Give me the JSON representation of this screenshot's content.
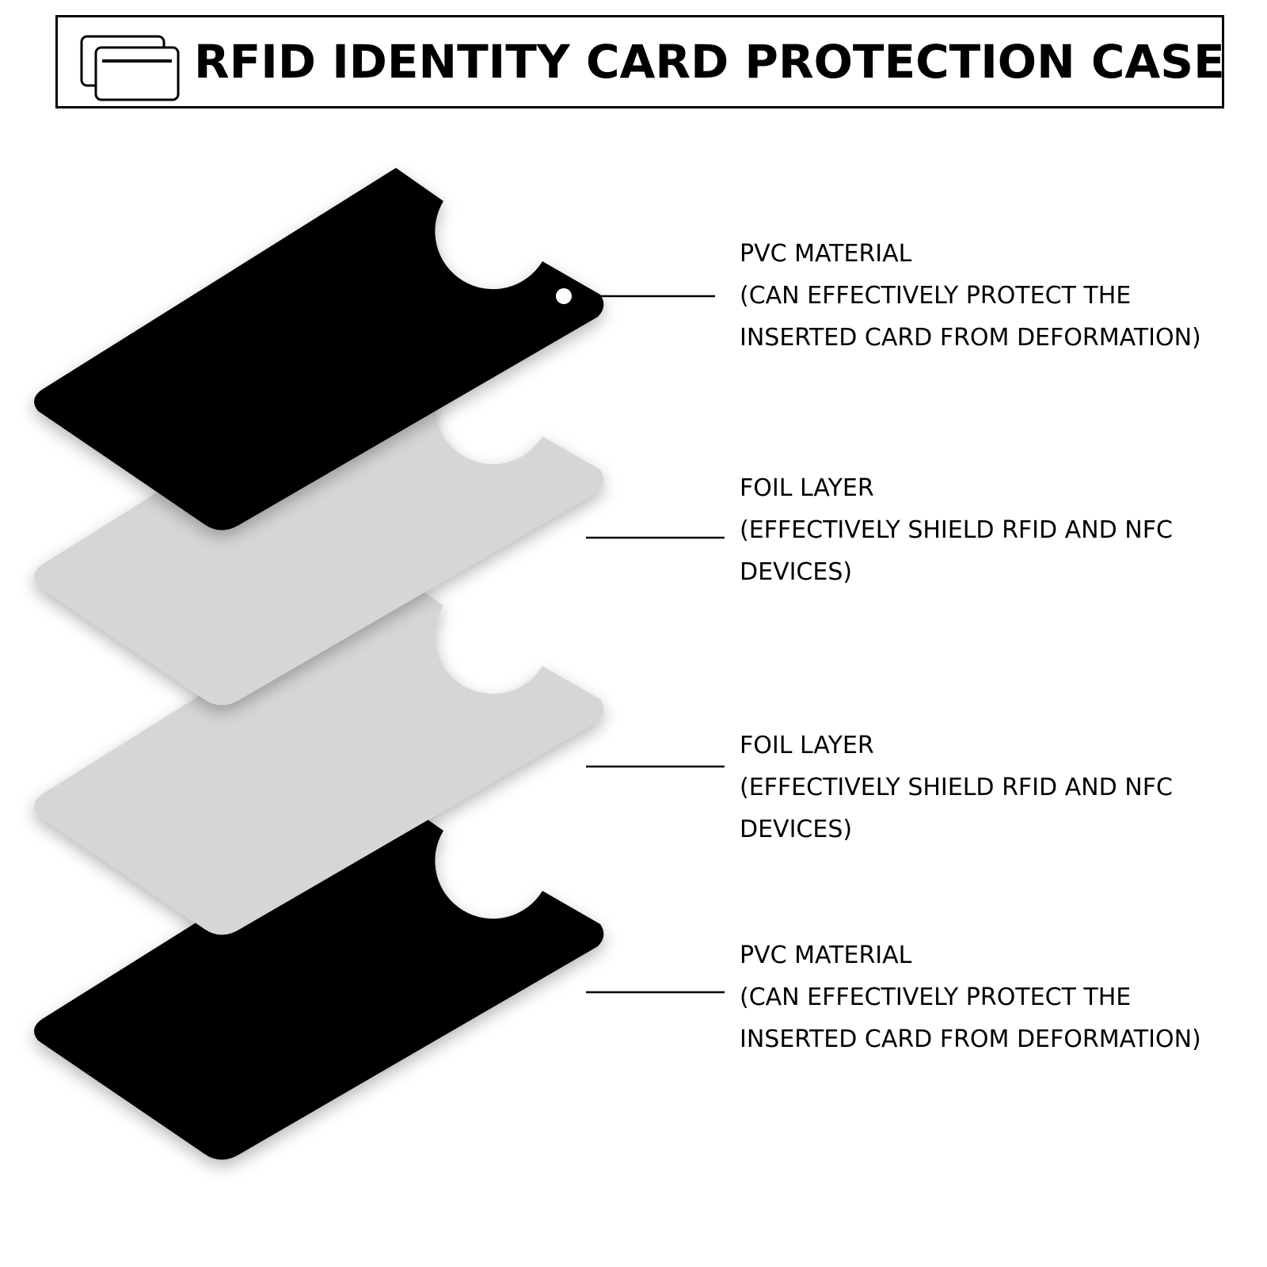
{
  "title": "RFID IDENTITY CARD PROTECTION CASE",
  "icons": {
    "title_icon": "stacked-cards-icon"
  },
  "colors": {
    "pvc_layer": "#000000",
    "foil_layer": "#d6d6d6",
    "marker": "#ffffff"
  },
  "layers": [
    {
      "material": "PVC MATERIAL",
      "desc_line1": "(CAN EFFECTIVELY PROTECT THE",
      "desc_line2": "INSERTED CARD FROM DEFORMATION)"
    },
    {
      "material": "FOIL LAYER",
      "desc_line1": "(EFFECTIVELY SHIELD RFID AND NFC",
      "desc_line2": "DEVICES)"
    },
    {
      "material": "FOIL LAYER",
      "desc_line1": "(EFFECTIVELY SHIELD RFID AND NFC",
      "desc_line2": "DEVICES)"
    },
    {
      "material": "PVC MATERIAL",
      "desc_line1": "(CAN EFFECTIVELY PROTECT THE",
      "desc_line2": "INSERTED CARD FROM DEFORMATION)"
    }
  ]
}
